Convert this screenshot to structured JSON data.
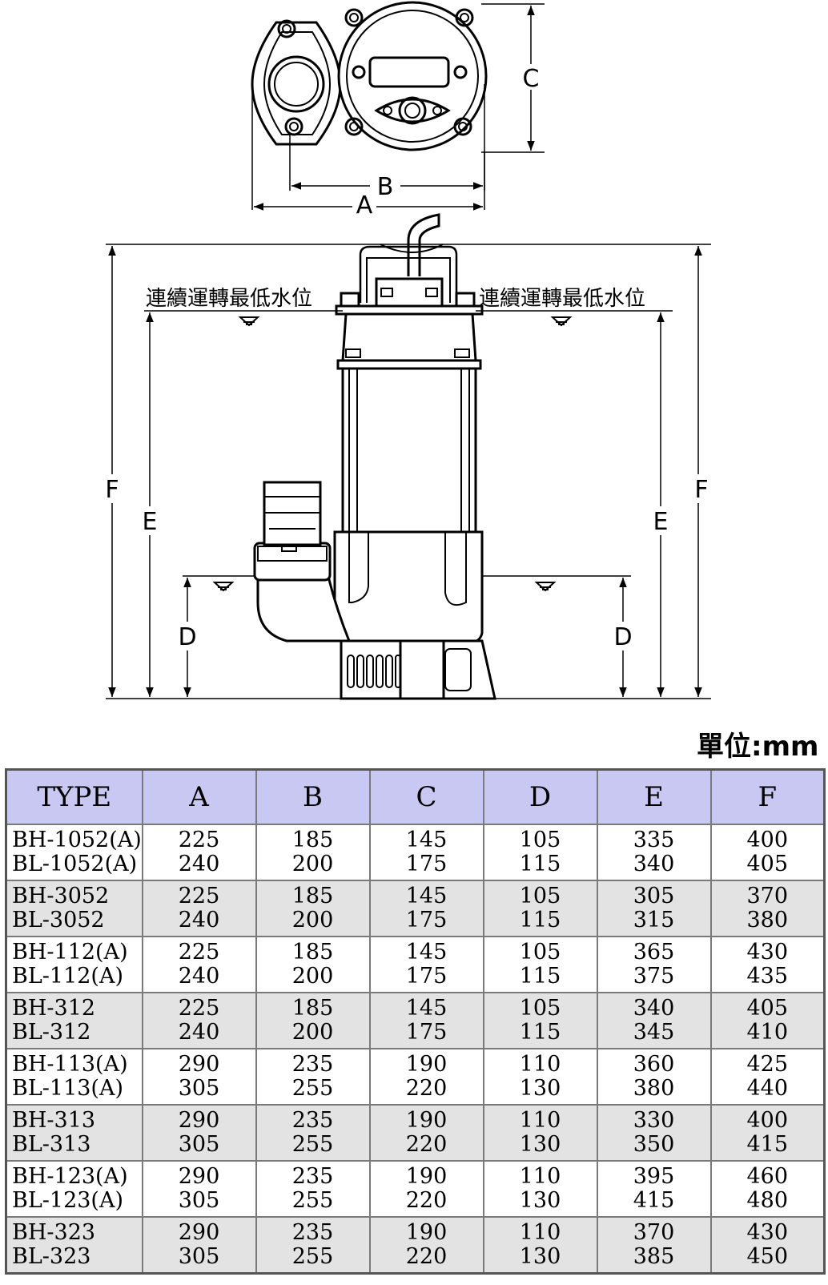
{
  "diagram": {
    "dimension_labels": {
      "a": "A",
      "b": "B",
      "c": "C",
      "d": "D",
      "e": "E",
      "f": "F"
    },
    "water_level_label": "連續運轉最低水位",
    "unit_label": "單位:mm"
  },
  "table": {
    "columns": [
      "TYPE",
      "A",
      "B",
      "C",
      "D",
      "E",
      "F"
    ],
    "rows": [
      {
        "type": [
          "BH-1052(A)",
          "BL-1052(A)"
        ],
        "a": [
          "225",
          "240"
        ],
        "b": [
          "185",
          "200"
        ],
        "c": [
          "145",
          "175"
        ],
        "d": [
          "105",
          "115"
        ],
        "e": [
          "335",
          "340"
        ],
        "f": [
          "400",
          "405"
        ]
      },
      {
        "type": [
          "BH-3052",
          "BL-3052"
        ],
        "a": [
          "225",
          "240"
        ],
        "b": [
          "185",
          "200"
        ],
        "c": [
          "145",
          "175"
        ],
        "d": [
          "105",
          "115"
        ],
        "e": [
          "305",
          "315"
        ],
        "f": [
          "370",
          "380"
        ]
      },
      {
        "type": [
          "BH-112(A)",
          "BL-112(A)"
        ],
        "a": [
          "225",
          "240"
        ],
        "b": [
          "185",
          "200"
        ],
        "c": [
          "145",
          "175"
        ],
        "d": [
          "105",
          "115"
        ],
        "e": [
          "365",
          "375"
        ],
        "f": [
          "430",
          "435"
        ]
      },
      {
        "type": [
          "BH-312",
          "BL-312"
        ],
        "a": [
          "225",
          "240"
        ],
        "b": [
          "185",
          "200"
        ],
        "c": [
          "145",
          "175"
        ],
        "d": [
          "105",
          "115"
        ],
        "e": [
          "340",
          "345"
        ],
        "f": [
          "405",
          "410"
        ]
      },
      {
        "type": [
          "BH-113(A)",
          "BL-113(A)"
        ],
        "a": [
          "290",
          "305"
        ],
        "b": [
          "235",
          "255"
        ],
        "c": [
          "190",
          "220"
        ],
        "d": [
          "110",
          "130"
        ],
        "e": [
          "360",
          "380"
        ],
        "f": [
          "425",
          "440"
        ]
      },
      {
        "type": [
          "BH-313",
          "BL-313"
        ],
        "a": [
          "290",
          "305"
        ],
        "b": [
          "235",
          "255"
        ],
        "c": [
          "190",
          "220"
        ],
        "d": [
          "110",
          "130"
        ],
        "e": [
          "330",
          "350"
        ],
        "f": [
          "400",
          "415"
        ]
      },
      {
        "type": [
          "BH-123(A)",
          "BL-123(A)"
        ],
        "a": [
          "290",
          "305"
        ],
        "b": [
          "235",
          "255"
        ],
        "c": [
          "190",
          "220"
        ],
        "d": [
          "110",
          "130"
        ],
        "e": [
          "395",
          "415"
        ],
        "f": [
          "460",
          "480"
        ]
      },
      {
        "type": [
          "BH-323",
          "BL-323"
        ],
        "a": [
          "290",
          "305"
        ],
        "b": [
          "235",
          "255"
        ],
        "c": [
          "190",
          "220"
        ],
        "d": [
          "110",
          "130"
        ],
        "e": [
          "370",
          "385"
        ],
        "f": [
          "430",
          "450"
        ]
      }
    ]
  },
  "colors": {
    "header_bg": "#c8c8f2",
    "row_shade": "#e3e3e3",
    "row_plain": "#ffffff",
    "line": "#000000"
  }
}
